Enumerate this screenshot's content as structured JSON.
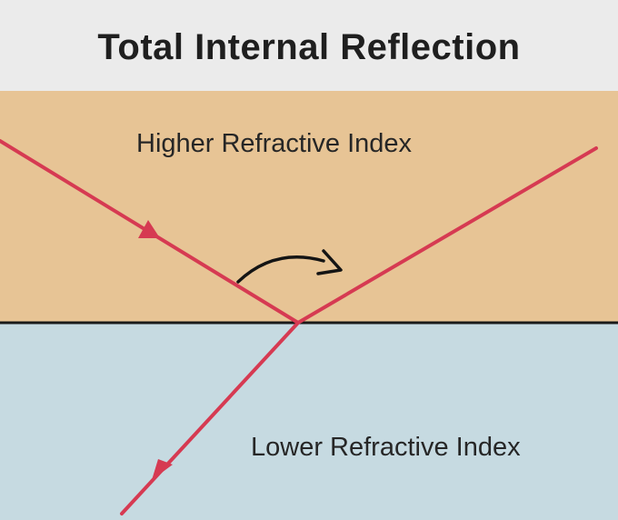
{
  "title": "Total Internal Reflection",
  "upper_medium": {
    "label": "Higher Refractive Index",
    "color": "#e7c495"
  },
  "lower_medium": {
    "label": "Lower Refractive Index",
    "color": "#c6dae1"
  },
  "ray_color": "#d63a52",
  "interface_color": "#1a1a1a",
  "angle_arrow_color": "#141414",
  "icons": [
    "incident-ray-arrow-icon",
    "refracted-ray-arrow-icon",
    "angle-arrow-icon"
  ]
}
